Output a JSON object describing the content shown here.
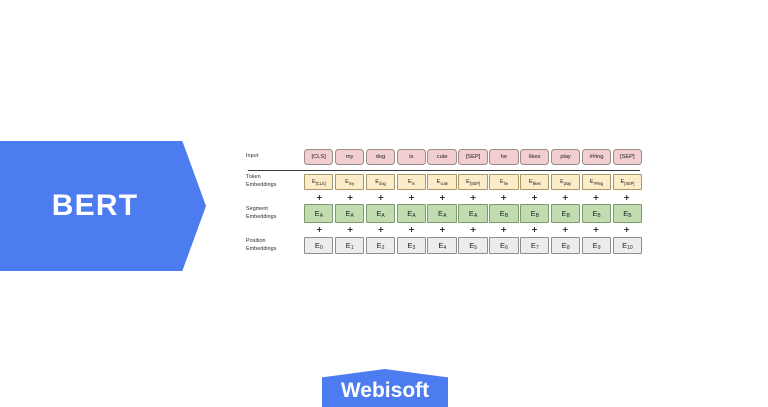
{
  "banner": {
    "title": "BERT",
    "accent_color": "#4c7cf0"
  },
  "logo": {
    "text": "Webisoft",
    "accent_color": "#4c7cf0"
  },
  "diagram": {
    "plus_symbol": "+",
    "colors": {
      "input": "#f2ced0",
      "token": "#fdecc8",
      "segment": "#c2dcb0",
      "position": "#ececec",
      "separator": "#3a3a3a"
    },
    "rows": {
      "input": {
        "label": "Input",
        "cells": [
          {
            "base": "[CLS]",
            "sub": ""
          },
          {
            "base": "my",
            "sub": ""
          },
          {
            "base": "dog",
            "sub": ""
          },
          {
            "base": "is",
            "sub": ""
          },
          {
            "base": "cute",
            "sub": ""
          },
          {
            "base": "[SEP]",
            "sub": ""
          },
          {
            "base": "he",
            "sub": ""
          },
          {
            "base": "likes",
            "sub": ""
          },
          {
            "base": "play",
            "sub": ""
          },
          {
            "base": "##ing",
            "sub": ""
          },
          {
            "base": "[SEP]",
            "sub": ""
          }
        ]
      },
      "token": {
        "label": "Token\nEmbeddings",
        "cells": [
          {
            "base": "E",
            "sub": "[CLS]"
          },
          {
            "base": "E",
            "sub": "my"
          },
          {
            "base": "E",
            "sub": "dog"
          },
          {
            "base": "E",
            "sub": "is"
          },
          {
            "base": "E",
            "sub": "cute"
          },
          {
            "base": "E",
            "sub": "[SEP]"
          },
          {
            "base": "E",
            "sub": "he"
          },
          {
            "base": "E",
            "sub": "likes"
          },
          {
            "base": "E",
            "sub": "play"
          },
          {
            "base": "E",
            "sub": "##ing"
          },
          {
            "base": "E",
            "sub": "[SEP]"
          }
        ]
      },
      "segment": {
        "label": "Segment\nEmbeddings",
        "cells": [
          {
            "base": "E",
            "sub": "A"
          },
          {
            "base": "E",
            "sub": "A"
          },
          {
            "base": "E",
            "sub": "A"
          },
          {
            "base": "E",
            "sub": "A"
          },
          {
            "base": "E",
            "sub": "A"
          },
          {
            "base": "E",
            "sub": "A"
          },
          {
            "base": "E",
            "sub": "B"
          },
          {
            "base": "E",
            "sub": "B"
          },
          {
            "base": "E",
            "sub": "B"
          },
          {
            "base": "E",
            "sub": "B"
          },
          {
            "base": "E",
            "sub": "B"
          }
        ]
      },
      "position": {
        "label": "Position\nEmbeddings",
        "cells": [
          {
            "base": "E",
            "sub": "0"
          },
          {
            "base": "E",
            "sub": "1"
          },
          {
            "base": "E",
            "sub": "2"
          },
          {
            "base": "E",
            "sub": "3"
          },
          {
            "base": "E",
            "sub": "4"
          },
          {
            "base": "E",
            "sub": "5"
          },
          {
            "base": "E",
            "sub": "6"
          },
          {
            "base": "E",
            "sub": "7"
          },
          {
            "base": "E",
            "sub": "8"
          },
          {
            "base": "E",
            "sub": "9"
          },
          {
            "base": "E",
            "sub": "10"
          }
        ]
      }
    }
  }
}
